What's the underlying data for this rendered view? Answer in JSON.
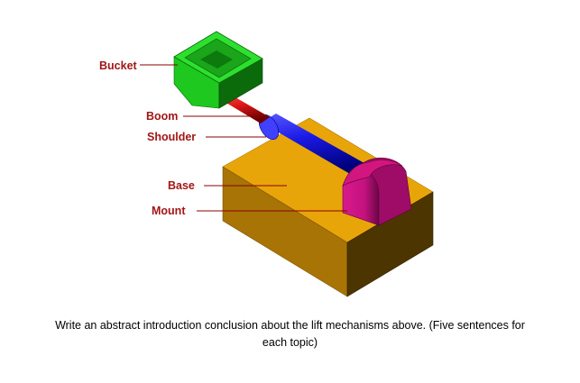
{
  "diagram": {
    "colors": {
      "label_text": "#a31515",
      "leader_line": "#8b0000",
      "base_top": "#e8a50a",
      "base_front": "#a87406",
      "base_right": "#4d3500",
      "mount": "#c4127f",
      "shoulder": "#1a1ae6",
      "boom": "#e01818",
      "bucket": "#1ec81e"
    },
    "labels": {
      "bucket": "Bucket",
      "boom": "Boom",
      "shoulder": "Shoulder",
      "base": "Base",
      "mount": "Mount"
    }
  },
  "caption": {
    "line1": "Write an abstract introduction conclusion about the lift mechanisms above. (Five sentences for",
    "line2": "each topic)"
  }
}
